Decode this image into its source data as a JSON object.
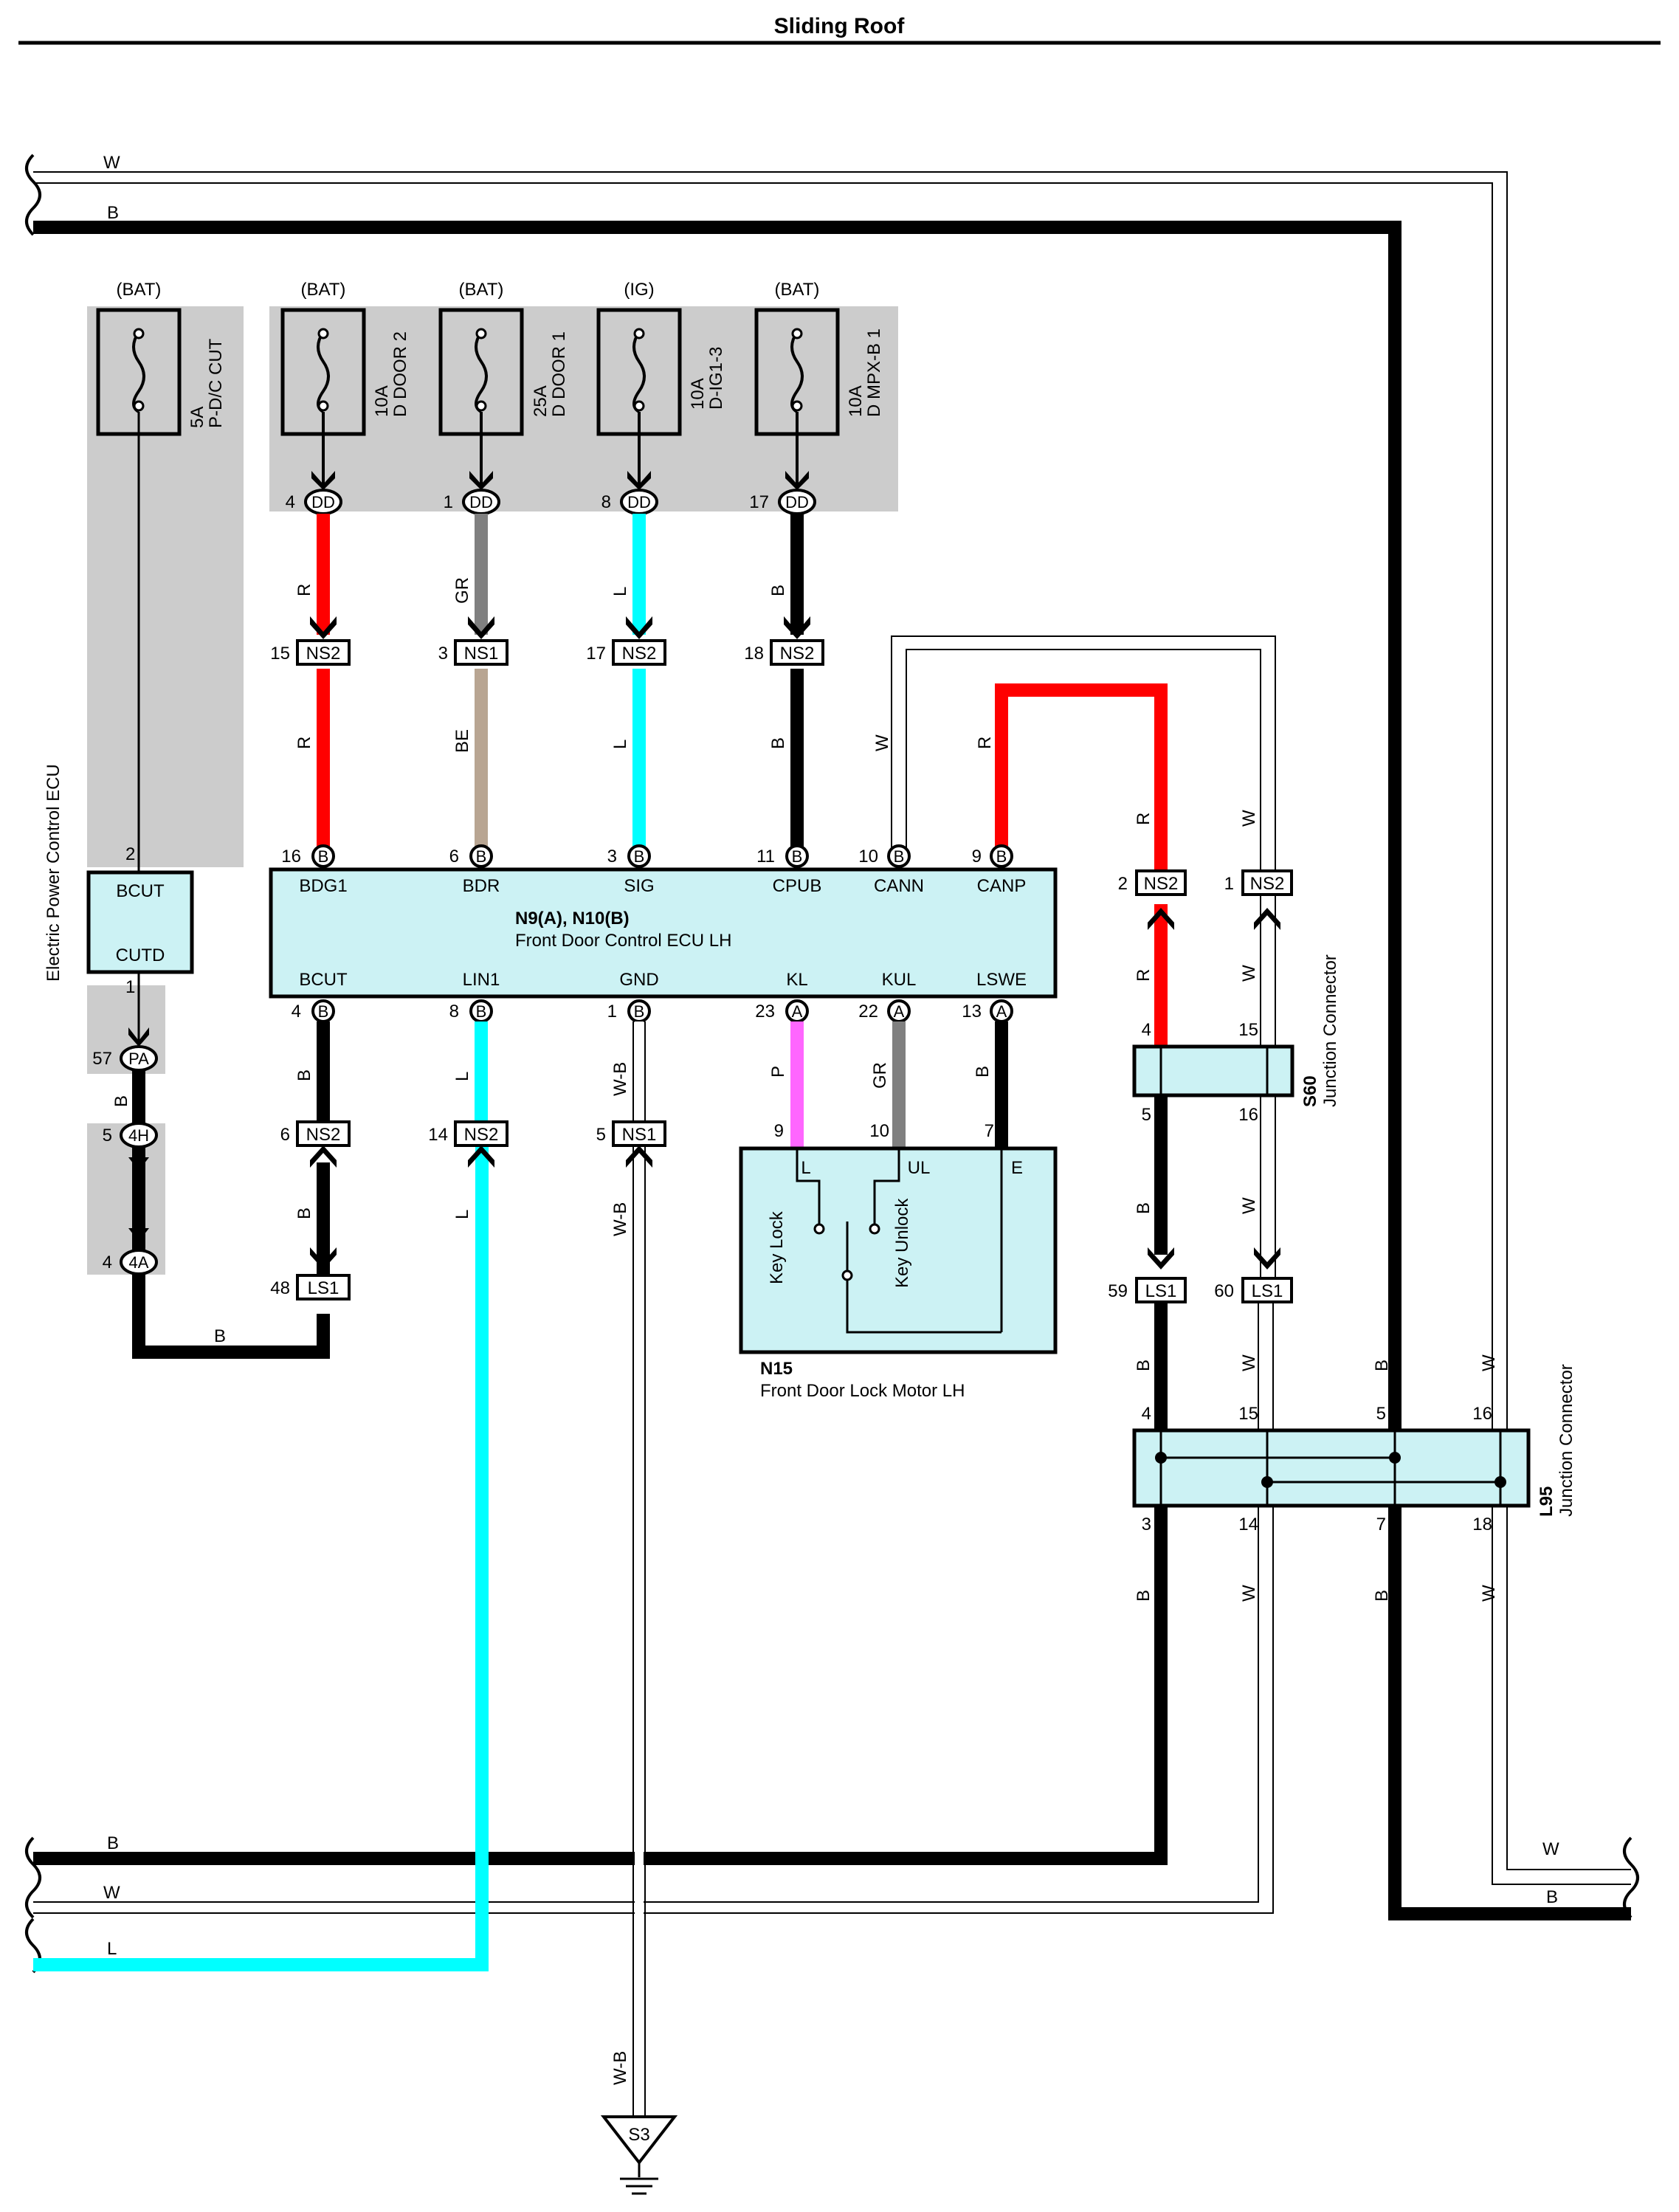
{
  "title": "Sliding Roof",
  "colors": {
    "red": "#ff0000",
    "cyan": "#00ffff",
    "gray": "#808080",
    "tan": "#b8a592",
    "black": "#000000",
    "pink": "#ff66ff",
    "white_wire": "#ffffff",
    "ecu_fill": "#ccf2f4",
    "shade": "#cccccc"
  },
  "rails": {
    "W_top": "W",
    "B_top": "B",
    "B_bottom": "B",
    "W_bottom": "W",
    "L_bottom": "L",
    "W_right": "W",
    "B_right": "B"
  },
  "fuses": [
    {
      "source": "(BAT)",
      "amp": "5A",
      "name": "P-D/C CUT"
    },
    {
      "source": "(BAT)",
      "amp": "10A",
      "name": "D DOOR 2",
      "pin": "4",
      "conn": "DD"
    },
    {
      "source": "(BAT)",
      "amp": "25A",
      "name": "D DOOR 1",
      "pin": "1",
      "conn": "DD"
    },
    {
      "source": "(IG)",
      "amp": "10A",
      "name": "D-IG1-3",
      "pin": "8",
      "conn": "DD"
    },
    {
      "source": "(BAT)",
      "amp": "10A",
      "name": "D MPX-B 1",
      "pin": "17",
      "conn": "DD"
    }
  ],
  "ns_top": [
    {
      "pin": "15",
      "conn": "NS2",
      "wire_above": "R",
      "wire_below": "R"
    },
    {
      "pin": "3",
      "conn": "NS1",
      "wire_above": "GR",
      "wire_below": "BE"
    },
    {
      "pin": "17",
      "conn": "NS2",
      "wire_above": "L",
      "wire_below": "L"
    },
    {
      "pin": "18",
      "conn": "NS2",
      "wire_above": "B",
      "wire_below": "B"
    }
  ],
  "ecu_main": {
    "name": "N9(A), N10(B)",
    "desc": "Front Door Control ECU LH",
    "top_terms": [
      {
        "pin": "16",
        "c": "B",
        "label": "BDG1"
      },
      {
        "pin": "6",
        "c": "B",
        "label": "BDR"
      },
      {
        "pin": "3",
        "c": "B",
        "label": "SIG"
      },
      {
        "pin": "11",
        "c": "B",
        "label": "CPUB"
      },
      {
        "pin": "10",
        "c": "B",
        "label": "CANN"
      },
      {
        "pin": "9",
        "c": "B",
        "label": "CANP"
      }
    ],
    "bottom_terms": [
      {
        "pin": "4",
        "c": "B",
        "label": "BCUT"
      },
      {
        "pin": "8",
        "c": "B",
        "label": "LIN1"
      },
      {
        "pin": "1",
        "c": "B",
        "label": "GND"
      },
      {
        "pin": "23",
        "c": "A",
        "label": "KL"
      },
      {
        "pin": "22",
        "c": "A",
        "label": "KUL"
      },
      {
        "pin": "13",
        "c": "A",
        "label": "LSWE"
      }
    ],
    "can_wires": {
      "cann": "W",
      "canp": "R"
    }
  },
  "epc_ecu": {
    "label": "Electric Power Control ECU",
    "term_top": "BCUT",
    "term_bottom": "CUTD",
    "pin_top": "2",
    "pin_bottom": "1"
  },
  "left_chain": [
    {
      "pin": "57",
      "conn": "PA"
    },
    {
      "wire": "B"
    },
    {
      "pin": "5",
      "conn": "4H"
    },
    {
      "pin": "4",
      "conn": "4A"
    }
  ],
  "bottom_wire_B": "B",
  "lower_ns": [
    {
      "pin": "6",
      "conn": "NS2",
      "wire_above": "B",
      "wire_below": "B"
    },
    {
      "pin": "14",
      "conn": "NS2",
      "wire_above": "L",
      "wire_below": "L"
    },
    {
      "pin": "5",
      "conn": "NS1",
      "wire_above": "W-B",
      "wire_below": "W-B"
    }
  ],
  "ls1_left": {
    "pin": "48",
    "conn": "LS1"
  },
  "ground": {
    "wire": "W-B",
    "name": "S3"
  },
  "motor": {
    "id": "N15",
    "desc": "Front Door Lock Motor LH",
    "terms": [
      {
        "pin": "9",
        "label": "L",
        "wire": "P"
      },
      {
        "pin": "10",
        "label": "UL",
        "wire": "GR"
      },
      {
        "pin": "7",
        "label": "E",
        "wire": "B"
      }
    ],
    "switch_left": "Key Lock",
    "switch_right": "Key Unlock"
  },
  "right": {
    "ns_a": {
      "pin": "2",
      "conn": "NS2",
      "wire_above": "R",
      "wire_below": "R"
    },
    "ns_b": {
      "pin": "1",
      "conn": "NS2",
      "wire_above": "W",
      "wire_below": "W"
    },
    "s60": {
      "id": "S60",
      "desc": "Junction Connector",
      "pins": [
        "4",
        "15",
        "5",
        "16"
      ]
    },
    "s60_wires": {
      "left": "B",
      "right": "W"
    },
    "ls1_a": {
      "pin": "59",
      "conn": "LS1"
    },
    "ls1_b": {
      "pin": "60",
      "conn": "LS1"
    },
    "l95": {
      "id": "L95",
      "desc": "Junction Connector",
      "top_pins": [
        "4",
        "15",
        "5",
        "16"
      ],
      "bottom_pins": [
        "3",
        "14",
        "7",
        "18"
      ]
    },
    "l95_top_wires": [
      "B",
      "W",
      "B",
      "W"
    ],
    "l95_bottom_wires": [
      "B",
      "W",
      "B",
      "W"
    ]
  }
}
